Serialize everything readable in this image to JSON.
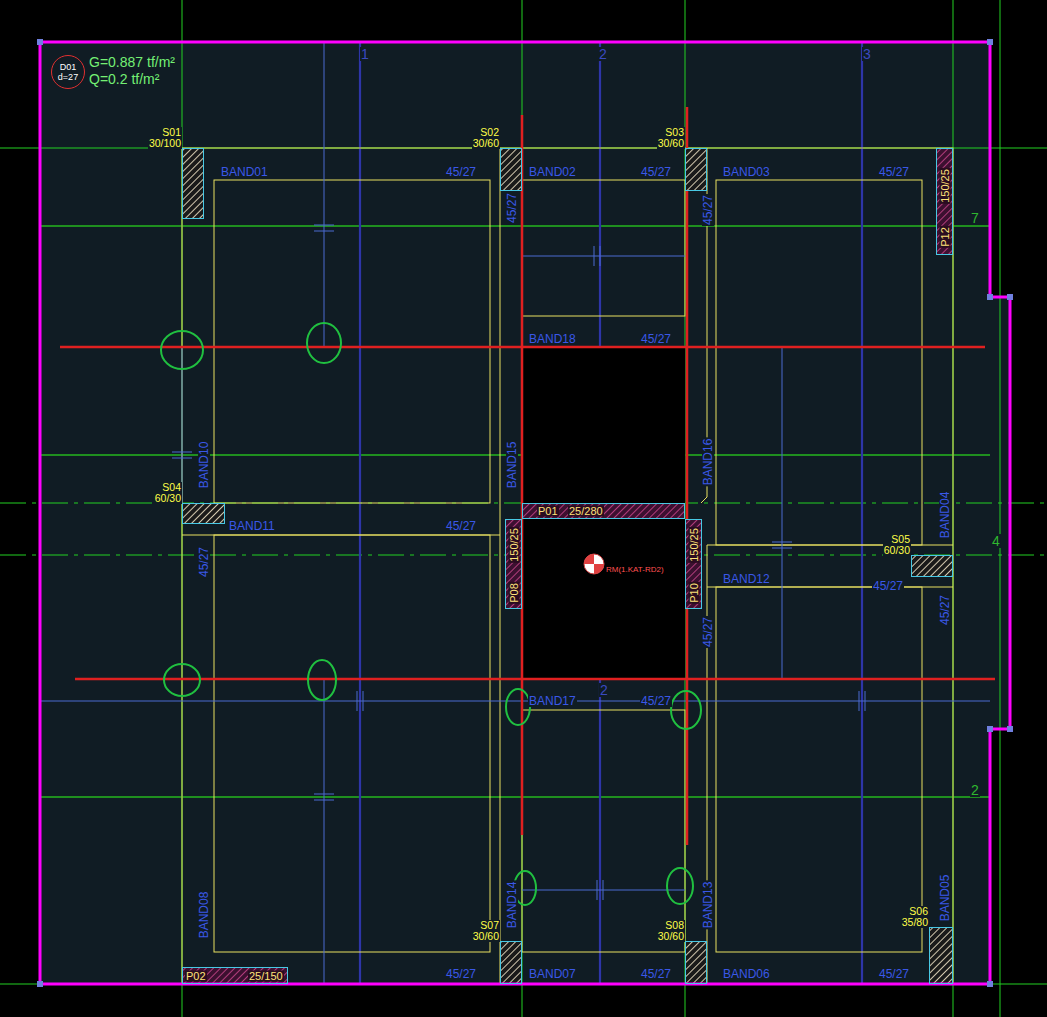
{
  "diagram": {
    "nodes": [
      {
        "text": [
          "D01",
          "d=27"
        ]
      },
      {
        "text": [
          "S01",
          "30/100"
        ]
      },
      {
        "text": [
          "S02",
          "30/60"
        ]
      },
      {
        "text": [
          "S03",
          "30/60"
        ]
      },
      {
        "text": [
          "P12",
          "150/25"
        ]
      },
      {
        "text": [
          "S04",
          "60/30"
        ]
      },
      {
        "text": [
          "P01",
          "25/280"
        ]
      },
      {
        "text": [
          "150/25",
          "P08"
        ]
      },
      {
        "text": [
          "150/25",
          "P10"
        ]
      },
      {
        "text": [
          "S05",
          "60/30"
        ]
      },
      {
        "text": [
          "S06",
          "35/80"
        ]
      },
      {
        "text": [
          "S07",
          "30/60"
        ]
      },
      {
        "text": [
          "S08",
          "30/60"
        ]
      },
      {
        "text": [
          "P02",
          "25/150"
        ]
      }
    ],
    "labels": [
      "G=0.887 tf/m²",
      "Q=0.2 tf/m²",
      "1",
      "2",
      "3",
      "7",
      "4",
      "2",
      "2",
      "BAND01",
      "45/27",
      "BAND02",
      "45/27",
      "BAND03",
      "45/27",
      "45/27",
      "45/27",
      "BAND18",
      "45/27",
      "BAND10",
      "BAND15",
      "BAND16",
      "BAND04",
      "BAND11",
      "45/27",
      "45/27",
      "BAND12",
      "45/27",
      "45/27",
      "45/27",
      "BAND17",
      "45/27",
      "BAND08",
      "BAND14",
      "BAND13",
      "BAND05",
      "45/27",
      "BAND07",
      "45/27",
      "BAND06",
      "45/27",
      "RM(1.KAT-RD2)"
    ]
  }
}
